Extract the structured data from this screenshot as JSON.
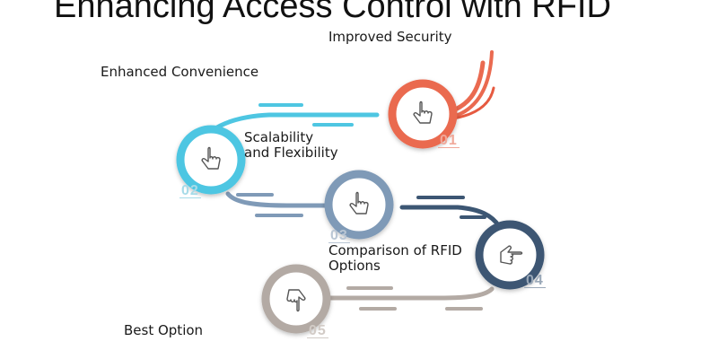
{
  "title": "Enhancing Access Control with RFID",
  "steps": [
    {
      "number": "01",
      "label": "Improved Security",
      "color": "#ea6a50",
      "icon": "pointing-hand-icon"
    },
    {
      "number": "02",
      "label": "Enhanced Convenience",
      "color": "#4ec6e2",
      "icon": "pointing-hand-icon"
    },
    {
      "number": "03",
      "label": "Scalability and Flexibility",
      "color": "#7f9ab7",
      "icon": "pointing-hand-icon"
    },
    {
      "number": "04",
      "label": "Comparison of RFID Options",
      "color": "#3c5673",
      "icon": "pointing-hand-icon"
    },
    {
      "number": "05",
      "label": "Best Option",
      "color": "#b3aaa4",
      "icon": "pointing-hand-icon"
    }
  ]
}
